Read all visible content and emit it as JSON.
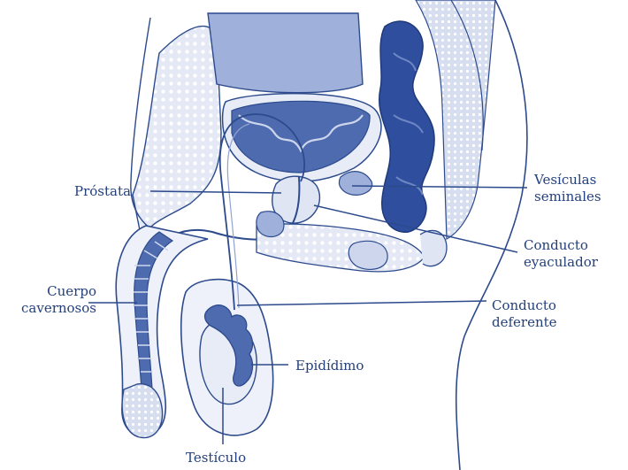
{
  "colors": {
    "outline": "#2c4a8c",
    "dark_fill": "#2f4f9e",
    "mid_fill": "#8fa3d1",
    "light_fill": "#cdd6ec",
    "dots_bg": "#dfe5f3",
    "label_text": "#23407d"
  },
  "labels": {
    "prostata": "Próstata",
    "vesiculas_line1": "Vesículas",
    "vesiculas_line2": "seminales",
    "conducto_eyaculador_line1": "Conducto",
    "conducto_eyaculador_line2": "eyaculador",
    "cuerpo_line1": "Cuerpo",
    "cuerpo_line2": "cavernosos",
    "conducto_deferente_line1": "Conducto",
    "conducto_deferente_line2": "deferente",
    "epididimo": "Epidídimo",
    "testiculo": "Testículo"
  }
}
